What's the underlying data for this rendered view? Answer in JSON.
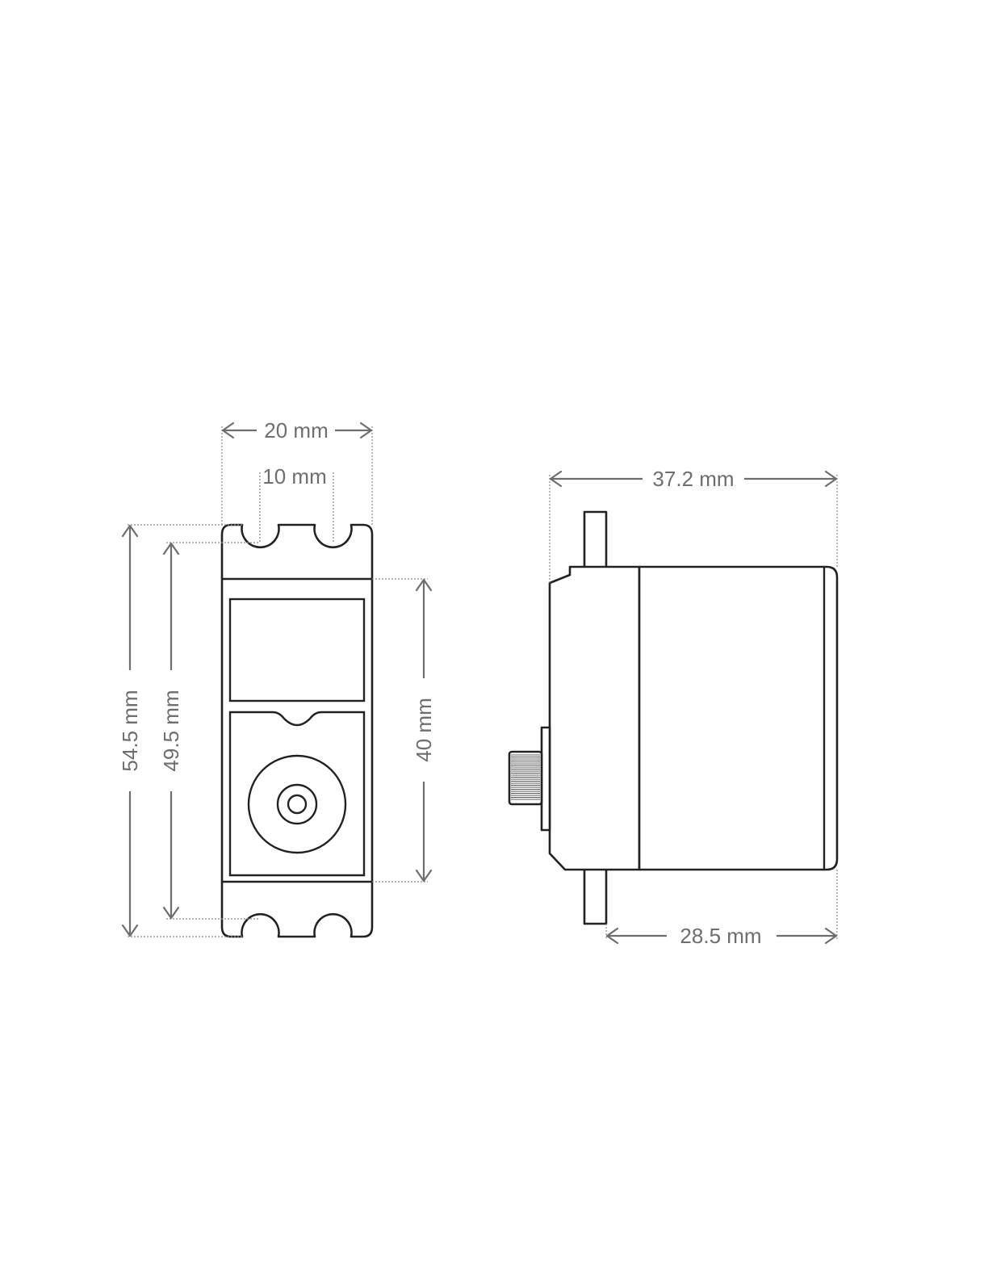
{
  "dimensions": {
    "width_overall": "20 mm",
    "hole_spacing": "10 mm",
    "height_overall": "54.5 mm",
    "height_holes": "49.5 mm",
    "body_height": "40 mm",
    "depth_overall": "37.2 mm",
    "depth_body": "28.5 mm"
  },
  "colors": {
    "outline": "#222222",
    "dimension": "#6e6e6e",
    "extension": "#8a8a8a",
    "background": "#ffffff"
  }
}
